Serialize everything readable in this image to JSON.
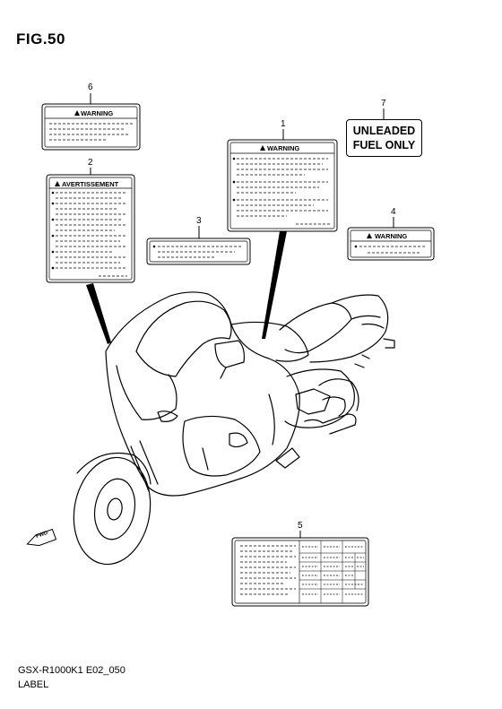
{
  "figure": {
    "title": "FIG.50",
    "code": "GSX-R1000K1 E02_050",
    "name": "LABEL"
  },
  "callouts": [
    "1",
    "2",
    "3",
    "4",
    "5",
    "6",
    "7"
  ],
  "labels": {
    "warning_1": "WARNING",
    "avertissement_2": "AVERTISSEMENT",
    "warning_4": "WARNING",
    "warning_6": "WARNING",
    "unleaded_line1": "UNLEADED",
    "unleaded_line2": "FUEL ONLY"
  },
  "direction_tag": "FWD",
  "icons": [
    "warning-triangle-icon",
    "forward-arrow-icon"
  ]
}
